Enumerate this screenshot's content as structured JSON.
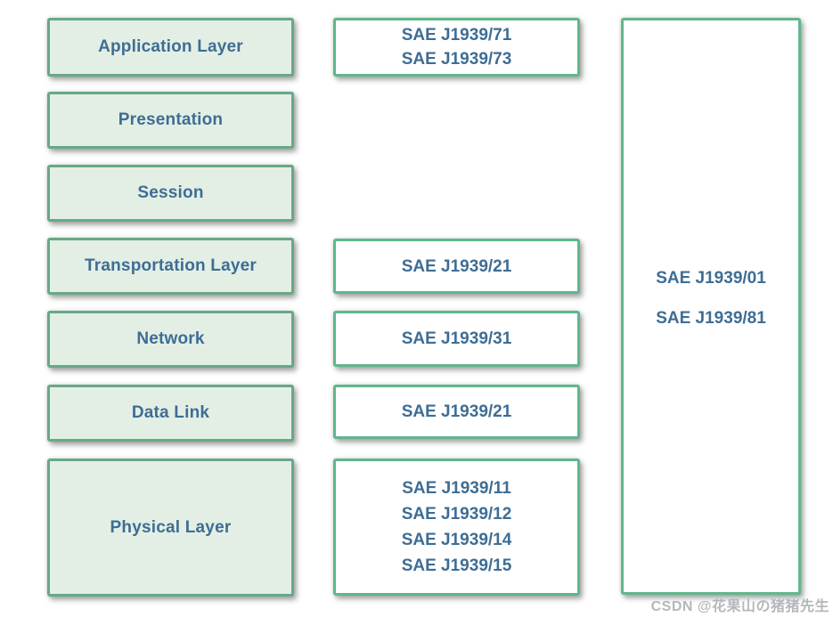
{
  "colors": {
    "layer_box_fill": "#e3efe5",
    "layer_box_border": "#68a886",
    "standard_box_fill": "#ffffff",
    "standard_box_border": "#5fb78c",
    "text_blue": "#3e6d94",
    "watermark_gray": "#b4b8bc"
  },
  "rows": [
    {
      "layer": "Application Layer",
      "standards": [
        "SAE J1939/71",
        "SAE J1939/73"
      ]
    },
    {
      "layer": "Presentation",
      "standards": []
    },
    {
      "layer": "Session",
      "standards": []
    },
    {
      "layer": "Transportation Layer",
      "standards": [
        "SAE J1939/21"
      ]
    },
    {
      "layer": "Network",
      "standards": [
        "SAE J1939/31"
      ]
    },
    {
      "layer": "Data Link",
      "standards": [
        "SAE J1939/21"
      ]
    },
    {
      "layer": "Physical Layer",
      "standards": [
        "SAE J1939/11",
        "SAE J1939/12",
        "SAE J1939/14",
        "SAE J1939/15"
      ]
    }
  ],
  "side_box": {
    "standards": [
      "SAE J1939/01",
      "SAE J1939/81"
    ]
  },
  "watermark": "CSDN @花果山の猪猪先生"
}
